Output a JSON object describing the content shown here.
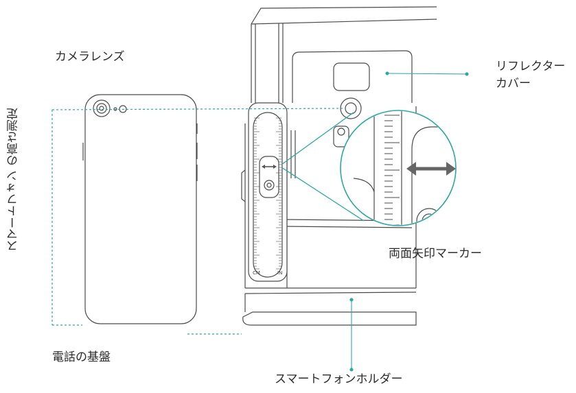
{
  "labels": {
    "camera_lens": "カメラレンズ",
    "reflector_cover_line1": "リフレクター",
    "reflector_cover_line2": "カバー",
    "double_arrow_marker": "両面矢印マーカー",
    "phone_base": "電話の基盤",
    "phone_holder": "スマートフォンホルダー",
    "height_measure": "スマートフォン の高さ測定",
    "scale_cm": "CM",
    "scale_in": "IN"
  },
  "colors": {
    "line": "#4a4a4a",
    "accent": "#2aa7a7",
    "text": "#2b2b2b"
  }
}
